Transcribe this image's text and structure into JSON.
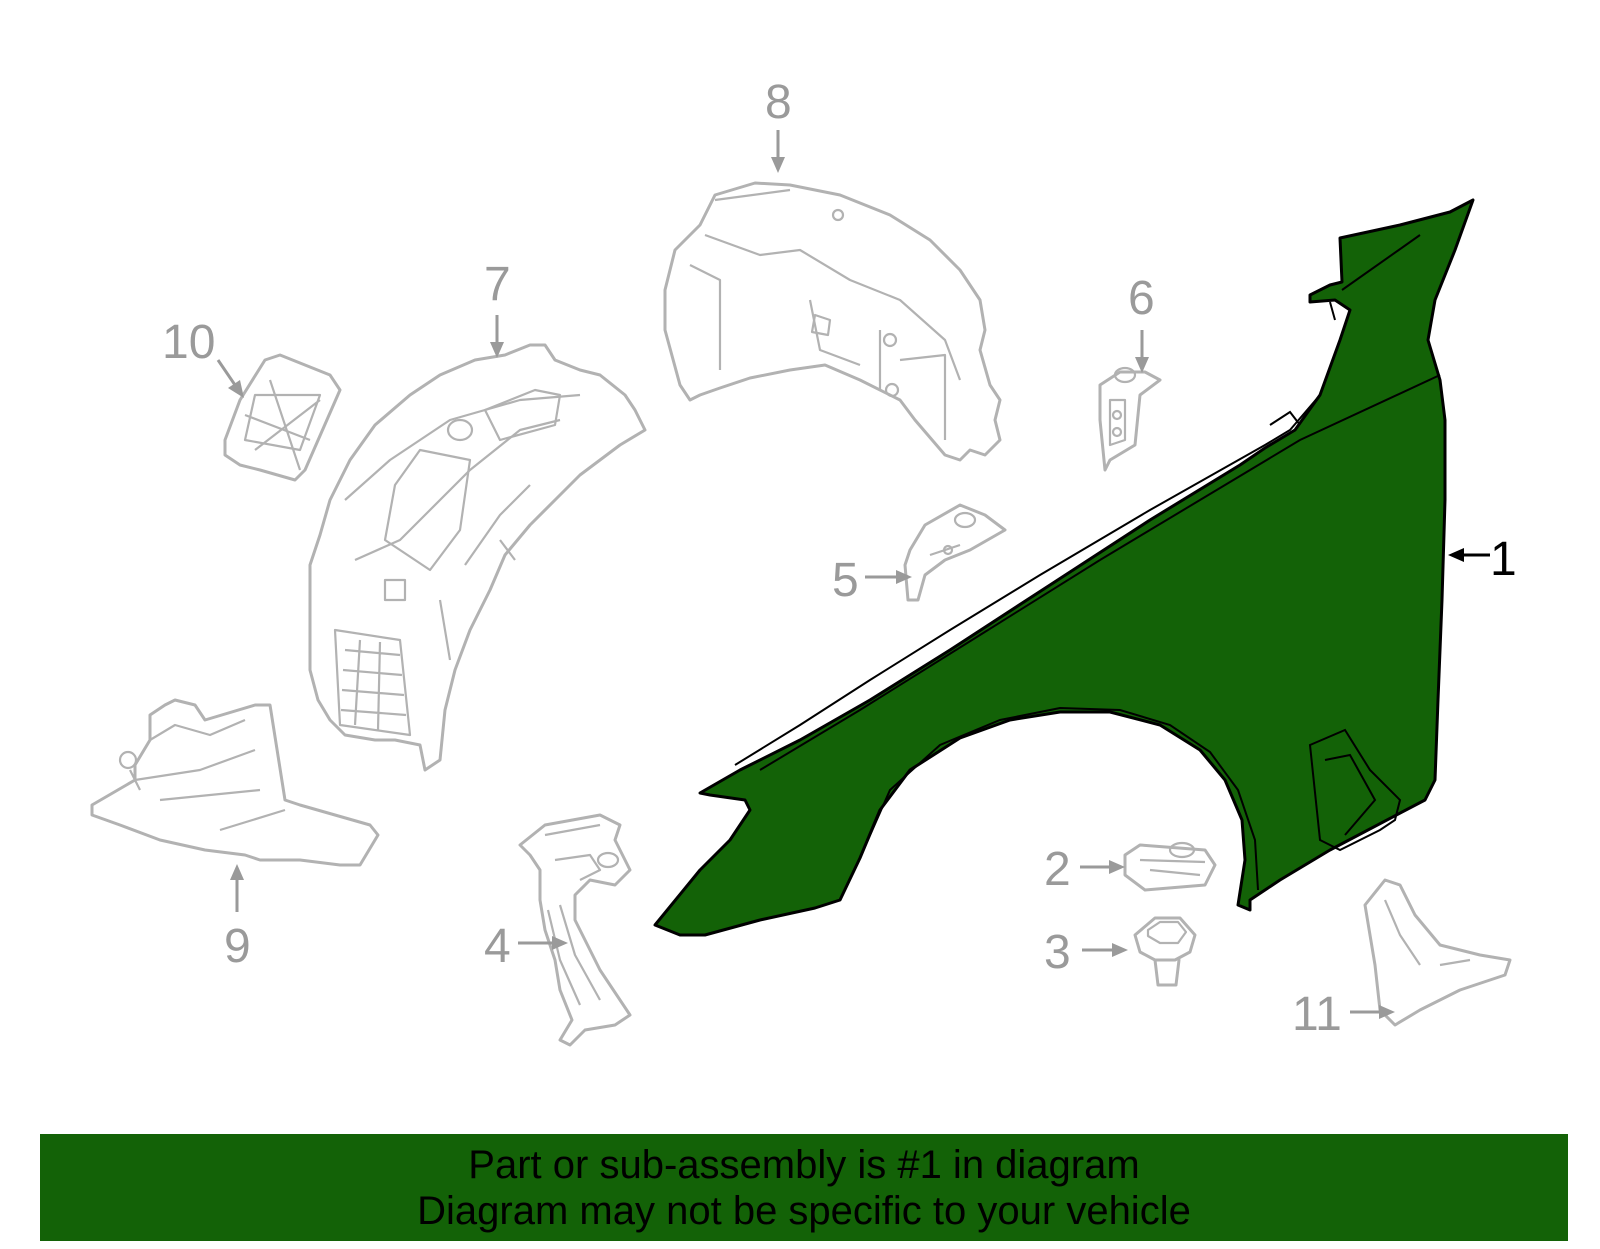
{
  "diagram": {
    "callouts": {
      "c1": "1",
      "c2": "2",
      "c3": "3",
      "c4": "4",
      "c5": "5",
      "c6": "6",
      "c7": "7",
      "c8": "8",
      "c9": "9",
      "c10": "10",
      "c11": "11"
    },
    "highlighted_part": "1",
    "colors": {
      "highlight": "#136207",
      "ghost_part": "#b2b2b2",
      "callout_text": "#9a9a9a"
    }
  },
  "banner": {
    "line1": "Part or sub-assembly is #1 in diagram",
    "line2": "Diagram may not be specific to your vehicle"
  }
}
